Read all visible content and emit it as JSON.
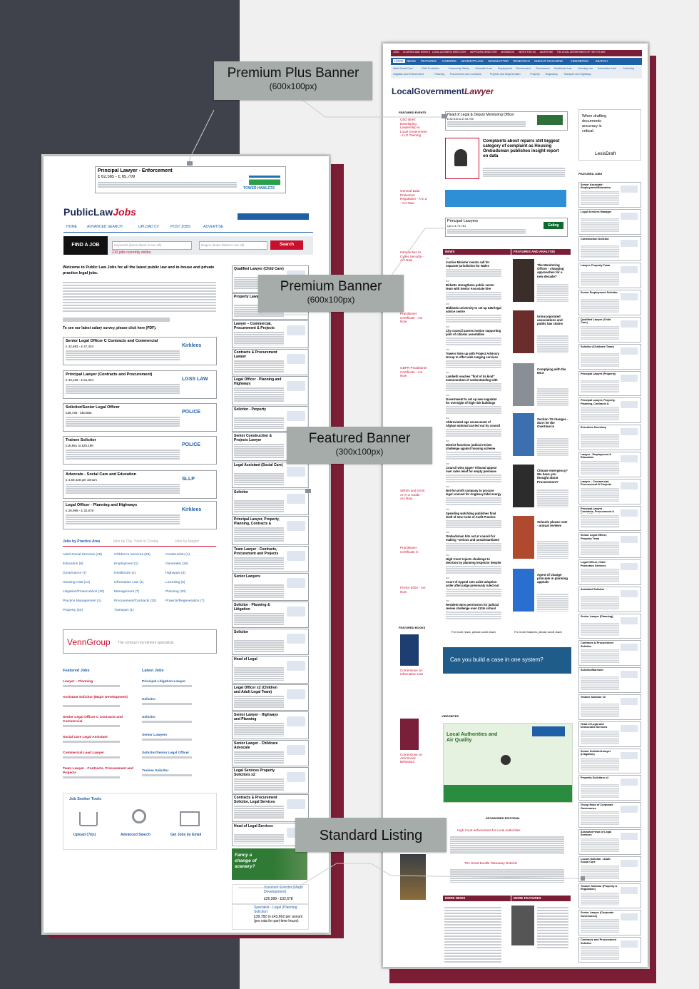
{
  "callouts": {
    "premium_plus": {
      "title": "Premium Plus Banner",
      "size": "(600x100px)"
    },
    "premium": {
      "title": "Premium Banner",
      "size": "(600x100px)"
    },
    "featured": {
      "title": "Featured Banner",
      "size": "(300x100px)"
    },
    "standard": {
      "title": "Standard Listing",
      "size": ""
    }
  },
  "public_law": {
    "top_banner": {
      "title": "Principal Lawyer - Enforcement",
      "salary": "£ 62,565 - £ 65,709",
      "client": "TOWER HAMLETS"
    },
    "logo_main": "PublicLaw",
    "logo_accent": "Jobs",
    "nav": [
      "HOME",
      "ADVANCED SEARCH",
      "UPLOAD CV",
      "POST JOBS",
      "ADVERTISE"
    ],
    "find_label": "FIND A JOB",
    "keyword_placeholder": "Keywords (leave blank to see all)",
    "location_placeholder": "Region (leave blank to see all)",
    "search_button": "Search",
    "jobs_count": "210 jobs currently online.",
    "welcome": "Welcome to Public Law Jobs for all the latest public law and in-house and private practice legal jobs.",
    "salary_survey": "To see our latest salary survey, please click here (PDF).",
    "listings": [
      {
        "title": "Senior Legal Officer C Contracts and Commercial",
        "salary": "£ 42,683 - £ 47,334",
        "logo": "Kirklees"
      },
      {
        "title": "Principal Lawyer (Contracts and Procurement)",
        "salary": "£ 43,126 - £ 51,024",
        "logo": "LGSS LAW"
      },
      {
        "title": "Solicitor/Senior Legal Officer",
        "salary": "£36,735 - £50,883",
        "logo": "POLICE"
      },
      {
        "title": "Trainee Solicitor",
        "salary": "£18,951 to £20,196",
        "logo": "POLICE"
      },
      {
        "title": "Advocate - Social Care and Education",
        "salary": "£ 4.59,420 per annum",
        "logo": "SLLP"
      },
      {
        "title": "Legal Officer - Planning and Highways",
        "salary": "£ 26,999 - £ 32,678",
        "logo": "Kirklees"
      }
    ],
    "tabs": [
      "Jobs by Practice Area",
      "Jobs by City, Town or County",
      "Jobs by Region"
    ],
    "practice_areas": [
      "Adult Social Services (19)",
      "Children's Services (29)",
      "Construction (1)",
      "Education (8)",
      "Employment (1)",
      "Generalist (15)",
      "Governance (7)",
      "Healthcare (1)",
      "Highways (5)",
      "Housing ASB (14)",
      "Information Law (4)",
      "Licensing (5)",
      "Litigation/Prosecutions (20)",
      "Management (7)",
      "Planning (23)",
      "Practice Management (1)",
      "Procurement/Contracts (32)",
      "Projects/Regeneration (7)",
      "Property (34)",
      "Transport (1)",
      ""
    ],
    "venn_logo": "VennGroup",
    "venn_tag": "The contract recruitment specialists",
    "featured_heading": "Featured Jobs",
    "latest_heading": "Latest Jobs",
    "featured_jobs": [
      "Lawyer – Planning",
      "Assistant Solicitor (Major Development)",
      "Senior Legal Officer C Contracts and Commercial",
      "Social Care Legal Assistant",
      "Commercial Lead Lawyer",
      "Team Lawyer - Contracts, Procurement and Projects"
    ],
    "latest_jobs": [
      "Principal Litigation Lawyer",
      "Solicitor",
      "Solicitor",
      "Senior Lawyers",
      "Solicitor/Senior Legal Officer",
      "Trainee Solicitor"
    ],
    "tools_heading": "Job Seeker Tools",
    "tools": [
      "Upload CV(s)",
      "Advanced Search",
      "Get Jobs by Email"
    ],
    "right_listings": [
      "Qualified Lawyer (Child Care)",
      "Property Lawyer",
      "Lawyer – Commercial, Procurement & Projects",
      "Contracts & Procurement Lawyer",
      "Legal Officer - Planning and Highways",
      "Solicitor - Property",
      "Senior Construction & Projects Lawyer",
      "Legal Assistant (Social Care)",
      "Solicitor",
      "Principal Lawyer, Property, Planning, Contracts & Procurement",
      "Team Lawyer - Contracts, Procurement and Projects",
      "Senior Lawyers",
      "Solicitor - Planning & Litigation",
      "Solicitor",
      "Head of Legal",
      "Legal Officer x2 (Children and Adult Legal Team)",
      "Senior Lawyer - Highways and Planning",
      "Senior Lawyer - Childcare Advocate",
      "Legal Services Property Solicitors x2",
      "Contracts & Procurement Solicitor, Legal Services",
      "Head of Legal Services"
    ],
    "fancy_text": "Fancy a change of scenery?",
    "bottom_jobs": [
      {
        "title": "Assistant Solicitor (Major Development)",
        "salary": "£26,999 - £32,678"
      },
      {
        "title": "Specialist - Legal (Planning Solicitor)",
        "salary": "£39,782 to £43,662 per annum (pro rata for part time hours)"
      }
    ]
  },
  "lgl": {
    "topnav": [
      "JOBS",
      "COURSES AND EVENTS",
      "LEGAL ADVISERS DIRECTORY",
      "SUPPLIERS DIRECTORY",
      "LEXISNEXIS",
      "WRITE FOR US",
      "ADVERTISE",
      "THE LEGAL DEPARTMENT OF THE FUTURE"
    ],
    "mainnav": [
      "HOME",
      "NEWS",
      "FEATURES",
      "CAREERS",
      "MARKETPLACE",
      "NEWSLETTER",
      "RESEARCH",
      "INSIGHT MAGAZINE",
      "VIDEOBITES",
      "SEARCH"
    ],
    "subnav": [
      "Adult Social Care",
      "Child Protection",
      "Community Safety",
      "Education Law",
      "Employment",
      "Environment",
      "Governance",
      "Healthcare Law",
      "Housing Law",
      "Information Law",
      "Licensing",
      "Litigation and Enforcement",
      "Planning",
      "Procurement and Contracts",
      "Projects and Regeneration",
      "Property",
      "Regulatory",
      "Transport and Highways"
    ],
    "logo_main": "LocalGovernment",
    "logo_accent": "Lawyer",
    "featured_events": "FEATURED EVENTS",
    "events": [
      "CEO Brief: Developing Leadership in Local Government - LLG Training",
      "General Data Protection Regulation - A to Z - Act Now",
      "Introduction to Cyber Security - Act Now",
      "Practitioner Certificate - Act Now",
      "GDPR Practitioner Certificate - Act Now",
      "SIROs and IAOs: An A-Z Guide - Act Now",
      "Practitioner Certificate in",
      "FOISA 2002 - Act Now"
    ],
    "pp_banner": {
      "title": "Head of Legal & Deputy Monitoring Officer",
      "salary": "£ 82,515 to £ 93,795"
    },
    "feature_article": {
      "title": "Complaints about repairs still biggest category of complaint as Housing Ombudsman publishes insight report on data"
    },
    "premium_banner": {
      "title": "Principal Lawyers",
      "salary": "Up to £ 71,781",
      "client": "Ealing"
    },
    "news_heading": "NEWS",
    "features_heading": "FEATURES AND ANALYSIS",
    "news": [
      "Justice Minister resists call for separate jurisdiction for Wales",
      "Birketts strengthens public sector team with Senior Associate hire",
      "Midlands university to set up £3M legal advice centre",
      "City council passes motion supporting pilot of citizens assemblies",
      "Towers links up with Project Advisory Group to offer wide ranging services",
      "Lambeth reaches \"first of its kind\" memorandum of understanding with housing associations",
      "Government to set up new regulator for oversight of high-risk buildings",
      "Abbreviated age assessment of Afghan national carried out by council was unlawful, High Court rules",
      "District functions judicial review challenge against housing scheme over lack of contribution to extra school places",
      "Council wins Upper Tribunal appeal over rates relief for empty premises",
      "Not-for-profit company to procure legal counsel for Anglesey tidal energy public inquiry",
      "Spending watchdog publishes final draft of new Code of Audit Practice",
      "Ombudsman hits out at council for making \"serious and unsubstantiated allegations\" about asylum seeker",
      "High Court rejects challenge to decision by planning inspector despite errors",
      "Court of Appeal sets aside adoption order after judge previously ruled out birth family placement",
      "Resident wins permission for judicial review challenge over £12m school mural trial"
    ],
    "features": [
      "The Monitoring Officer - changing approaches for a new decade?",
      "Unincorporated associations and public law claims",
      "Complying with the MCA",
      "Section 73 changes - don't let the Overtime in",
      "Climate emergency? We have you thought about Procurement?",
      "Schools please note - annual reviews",
      "Agent of change principle in planning appeals"
    ],
    "more_news": "For more news, please scroll down",
    "more_features": "For more features, please scroll down",
    "featured_books": "FEATURED BOOKS",
    "books": [
      "Cornerstone on Information Law",
      "Cornerstone on Anti-Social Behaviour"
    ],
    "featured_banner_text": "Can you build a case in one system?",
    "videobites": "VIDEOBITES",
    "video_title": "Local Authorities and Air Quality",
    "sponsored": "SPONSORED EDITORIAL",
    "sponsored_items": [
      "High Court enforcement for Local Authorities",
      "The Great Bundle Takeaway Debacle"
    ],
    "more_news_heading": "MORE NEWS",
    "more_features_heading": "MORE FEATURES",
    "ad_lexis": {
      "line1": "When drafting",
      "line2": "documents",
      "line3": "accuracy is",
      "line4": "critical.",
      "brand": "LexisDraft"
    },
    "featured_jobs_heading": "FEATURED JOBS",
    "right_jobs": [
      "Senior Associate - Employment/Education",
      "Legal Services Manager",
      "Construction Solicitor",
      "Lawyer, Property Team",
      "Senior Employment Solicitor",
      "Qualified Lawyer (Child Care)",
      "Solicitor (Childcare Team)",
      "Principal Lawyer (Property)",
      "Principal Lawyer, Property, Planning, Contracts & Procurement",
      "Executive Secretary",
      "Lawyer - Employment & Education",
      "Lawyer – Commercial, Procurement & Projects",
      "Principal Lawyer - Contracts, Procurement & Special Projects",
      "Senior Legal Officer, Property Team",
      "Legal Officer, Child Protection Services",
      "Assistant Solicitor",
      "Senior Lawyer (Planning)",
      "Contracts & Procurement Solicitor",
      "Solicitor/Barrister",
      "Trainee Solicitor x3",
      "Head of Legal and Democratic Services",
      "Senior Solicitor/Lawyer (Litigation)",
      "Property Solicitors x2",
      "Group Head of Corporate Governance",
      "Assistant Head of Legal Services",
      "Locum Solicitor - Adult Social Care",
      "Trainee Solicitor (Property & Regulation)",
      "Senior Lawyer (Corporate Governance)",
      "Contracts and Procurement Solicitor"
    ]
  }
}
